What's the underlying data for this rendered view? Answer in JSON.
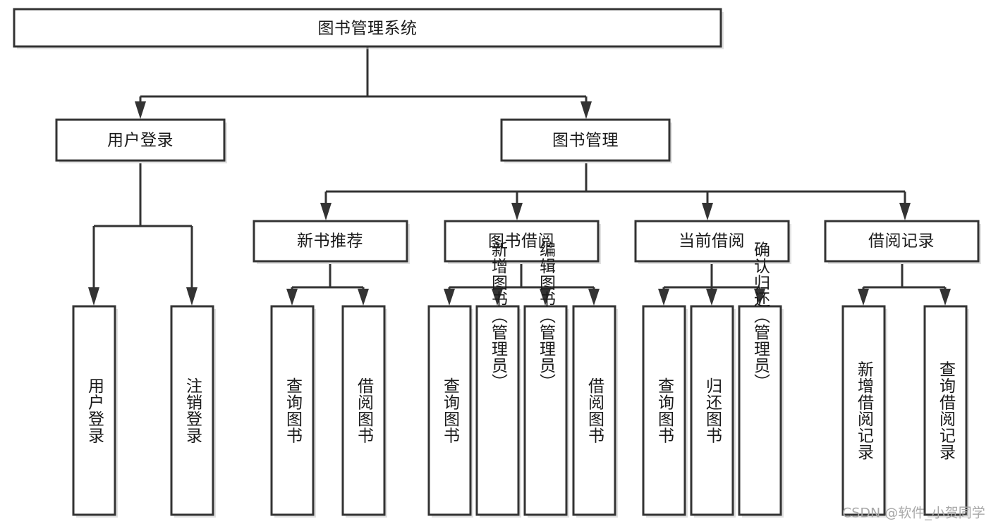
{
  "diagram": {
    "type": "tree-hierarchy-chart",
    "title": "图书管理系统",
    "root": {
      "id": "root",
      "label": "图书管理系统",
      "orientation": "horizontal"
    },
    "level2": [
      {
        "id": "user-login",
        "label": "用户登录",
        "orientation": "horizontal"
      },
      {
        "id": "book-manage",
        "label": "图书管理",
        "orientation": "horizontal"
      }
    ],
    "level3": [
      {
        "id": "new-book-recommend",
        "label": "新书推荐",
        "orientation": "horizontal",
        "parent": "book-manage"
      },
      {
        "id": "book-borrow",
        "label": "图书借阅",
        "orientation": "horizontal",
        "parent": "book-manage"
      },
      {
        "id": "current-borrow",
        "label": "当前借阅",
        "orientation": "horizontal",
        "parent": "book-manage"
      },
      {
        "id": "borrow-record",
        "label": "借阅记录",
        "orientation": "horizontal",
        "parent": "book-manage"
      }
    ],
    "leaves": [
      {
        "id": "leaf-user-login",
        "label": "用户登录",
        "orientation": "vertical",
        "parent": "user-login"
      },
      {
        "id": "leaf-user-logout",
        "label": "注销登录",
        "orientation": "vertical",
        "parent": "user-login"
      },
      {
        "id": "leaf-query-book-1",
        "label": "查询图书",
        "orientation": "vertical",
        "parent": "new-book-recommend"
      },
      {
        "id": "leaf-borrow-book-1",
        "label": "借阅图书",
        "orientation": "vertical",
        "parent": "new-book-recommend"
      },
      {
        "id": "leaf-query-book-2",
        "label": "查询图书",
        "orientation": "vertical",
        "parent": "book-borrow"
      },
      {
        "id": "leaf-add-book",
        "label": "新增图书（管理员）",
        "orientation": "vertical",
        "parent": "book-borrow"
      },
      {
        "id": "leaf-edit-book",
        "label": "编辑图书（管理员）",
        "orientation": "vertical",
        "parent": "book-borrow"
      },
      {
        "id": "leaf-borrow-book-2",
        "label": "借阅图书",
        "orientation": "vertical",
        "parent": "book-borrow"
      },
      {
        "id": "leaf-query-book-3",
        "label": "查询图书",
        "orientation": "vertical",
        "parent": "current-borrow"
      },
      {
        "id": "leaf-return-book",
        "label": "归还图书",
        "orientation": "vertical",
        "parent": "current-borrow"
      },
      {
        "id": "leaf-confirm-return",
        "label": "确认归还（管理员）",
        "orientation": "vertical",
        "parent": "current-borrow"
      },
      {
        "id": "leaf-add-record",
        "label": "新增借阅记录",
        "orientation": "vertical",
        "parent": "borrow-record"
      },
      {
        "id": "leaf-query-record",
        "label": "查询借阅记录",
        "orientation": "vertical",
        "parent": "borrow-record"
      }
    ],
    "colors": {
      "stroke": "#333333",
      "fill": "#ffffff",
      "text": "#1a1a1a",
      "shadow": "#c8c8c8",
      "background": "#ffffff",
      "watermark": "#a8a8a8"
    }
  },
  "watermark": {
    "label": "CSDN @软件_小贺同学"
  }
}
